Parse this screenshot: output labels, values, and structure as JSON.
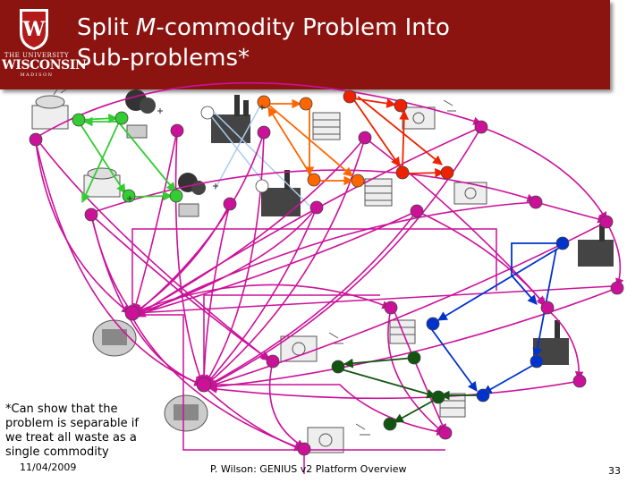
{
  "header": {
    "title_line1_pre": "Split ",
    "title_line1_em": "M",
    "title_line1_post": "-commodity Problem Into",
    "title_line2": "Sub-problems*",
    "bg_color": "#8b1410"
  },
  "logo": {
    "top_text": "THE UNIVERSITY",
    "main_text": "WISCONSIN",
    "bottom_text": "MADISON",
    "crest_letter": "W"
  },
  "note": "*Can show that the problem is separable if we treat all waste as a single commodity",
  "footer": {
    "date": "11/04/2009",
    "center": "P. Wilson: GENIUS v2 Platform Overview",
    "page": "33"
  },
  "colors": {
    "green": "#33cc33",
    "orange": "#ff6600",
    "red": "#ee2200",
    "magenta": "#cc1199",
    "blue": "#0033cc",
    "dark_green": "#115511",
    "light_blue": "#aaccee"
  },
  "icons": {
    "reactor": "reactor-icon",
    "tree_factory": "tree-factory-icon",
    "factory": "factory-icon",
    "fuel_plant": "fuel-plant-icon",
    "repository": "repository-icon",
    "storage": "storage-icon"
  }
}
